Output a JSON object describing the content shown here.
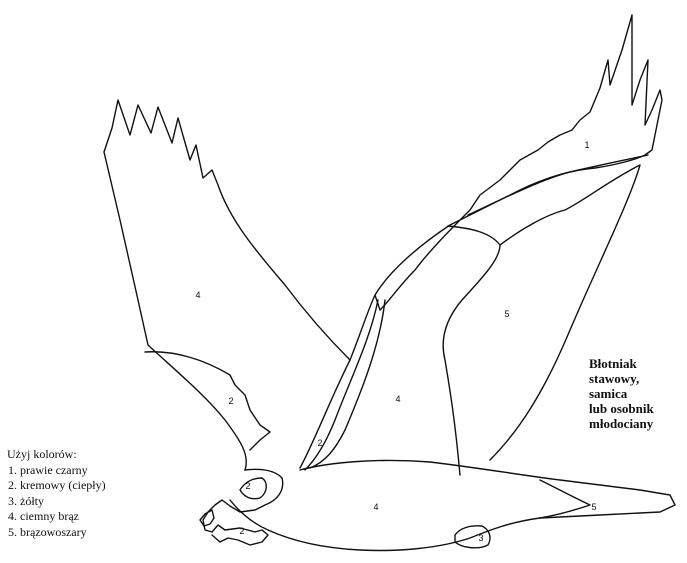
{
  "title": {
    "lines": [
      "Błotniak",
      "stawowy,",
      "samica",
      "lub osobnik",
      "młodociany"
    ]
  },
  "legend": {
    "heading": "Użyj kolorów:",
    "items": [
      "1.  prawie czarny",
      "2.  kremowy (ciepły)",
      "3.  żółty",
      "4.  ciemny brąz",
      "5.  brązowoszary"
    ]
  },
  "regions": [
    {
      "id": "far-wing-tip",
      "number": "1"
    },
    {
      "id": "near-wing",
      "number": "4"
    },
    {
      "id": "near-wing-edge",
      "number": "2"
    },
    {
      "id": "far-wing-coverts",
      "number": "5"
    },
    {
      "id": "far-wing-inner",
      "number": "4"
    },
    {
      "id": "far-wing-leading-edge",
      "number": "2"
    },
    {
      "id": "head",
      "number": "2"
    },
    {
      "id": "cheek",
      "number": "2"
    },
    {
      "id": "body",
      "number": "4"
    },
    {
      "id": "tail",
      "number": "5"
    },
    {
      "id": "foot",
      "number": "3"
    }
  ],
  "colors": {
    "outline": "#111111",
    "background": "#ffffff"
  }
}
